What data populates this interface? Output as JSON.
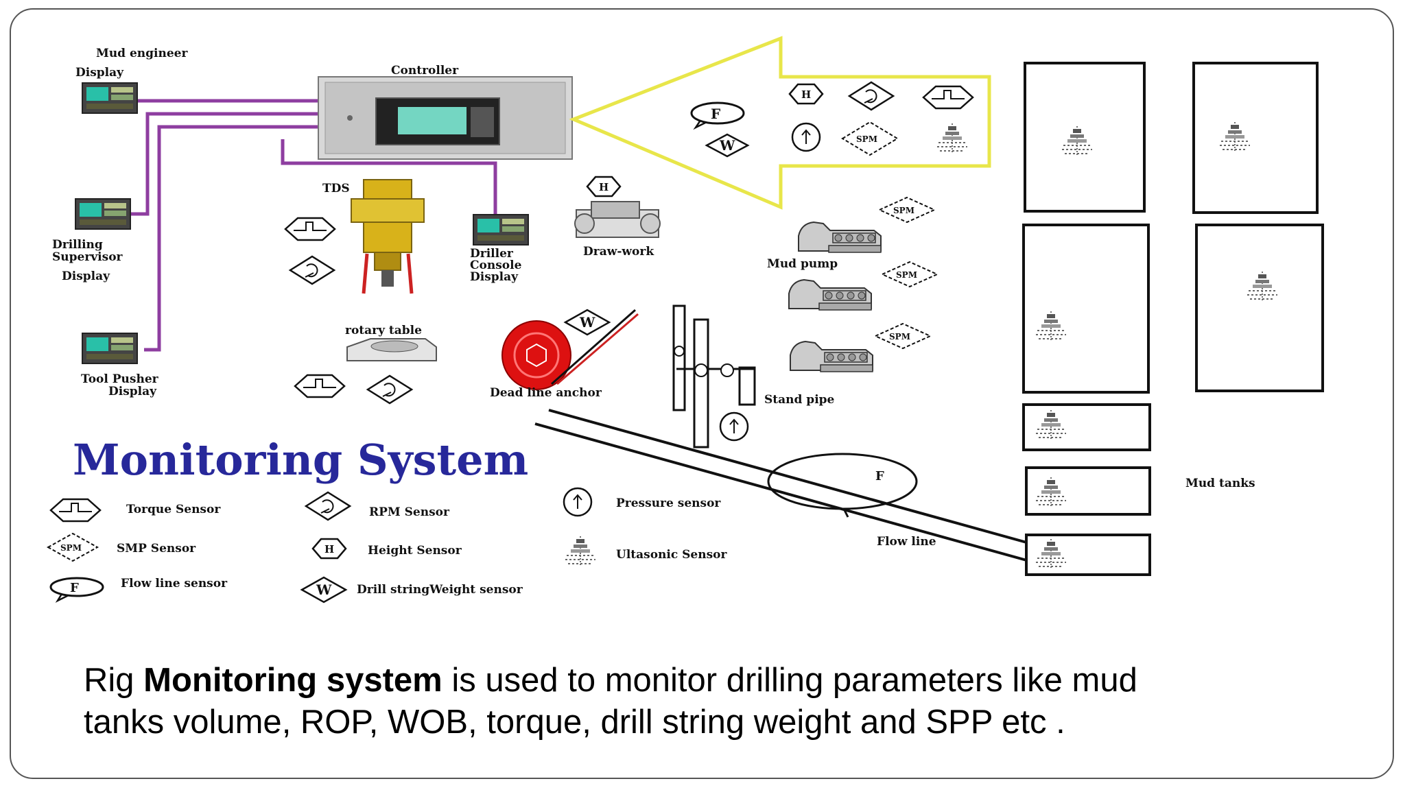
{
  "diagram": {
    "title": "Monitoring System",
    "displays": {
      "mud_engineer": [
        "Mud engineer",
        "Display"
      ],
      "drilling_supervisor": [
        "Drilling",
        "Supervisor",
        "Display"
      ],
      "tool_pusher": [
        "Tool Pusher",
        "Display"
      ],
      "driller_console": [
        "Driller",
        "Console",
        "Display"
      ]
    },
    "labels": {
      "controller": "Controller",
      "tds": "TDS",
      "rotary_table": "rotary table",
      "draw_work": "Draw-work",
      "mud_pump": "Mud pump",
      "dead_line_anchor": "Dead line anchor",
      "stand_pipe": "Stand pipe",
      "flow_line": "Flow line",
      "mud_tanks": "Mud tanks"
    },
    "symbol_letters": {
      "height": "H",
      "weight": "W",
      "flow": "F",
      "spm": "SPM"
    },
    "legend": [
      {
        "symbol": "torque",
        "label": "Torque Sensor"
      },
      {
        "symbol": "spm",
        "label": "SMP Sensor"
      },
      {
        "symbol": "flow",
        "label": "Flow line sensor"
      },
      {
        "symbol": "rpm",
        "label": "RPM Sensor"
      },
      {
        "symbol": "height",
        "label": "Height Sensor"
      },
      {
        "symbol": "weight",
        "label": "Drill stringWeight sensor"
      },
      {
        "symbol": "pressure",
        "label": "Pressure sensor"
      },
      {
        "symbol": "ultrasonic",
        "label": "Ultasonic Sensor"
      }
    ],
    "colors": {
      "cable": "#8e3ea0",
      "arrow_outline": "#e8e64a",
      "title": "#27289a",
      "deadline_anchor": "#dd1111",
      "equipment_yellow": "#d8b21a"
    }
  },
  "caption": {
    "prefix": "Rig ",
    "bold": "Monitoring system",
    "rest_line1": " is used  to monitor drilling parameters like mud",
    "line2": "tanks volume, ROP, WOB, torque, drill string weight and SPP etc ."
  }
}
